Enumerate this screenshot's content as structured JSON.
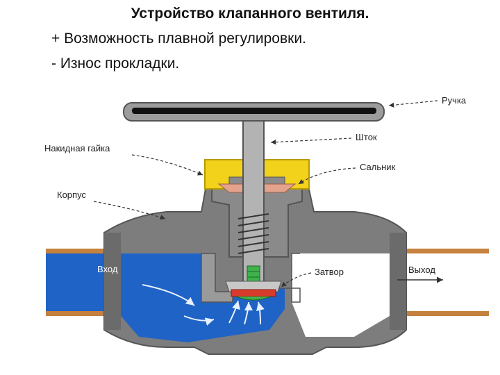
{
  "slide": {
    "title": "Устройство клапанного вентиля.",
    "plus": "+ Возможность плавной регулировки.",
    "minus": "- Износ прокладки."
  },
  "diagram": {
    "labels": {
      "handle": "Ручка",
      "stem": "Шток",
      "union_nut": "Накидная гайка",
      "packing": "Сальник",
      "body": "Корпус",
      "inlet": "Вход",
      "gate": "Затвор",
      "outlet": "Выход"
    },
    "colors": {
      "body": "#7d7d7d",
      "body_inner": "#9a9a9a",
      "water": "#1f63c6",
      "pipe": "#c5813d",
      "nut": "#f2d21a",
      "gasket": "#d83a2c",
      "valve_green": "#3fb24b"
    }
  }
}
